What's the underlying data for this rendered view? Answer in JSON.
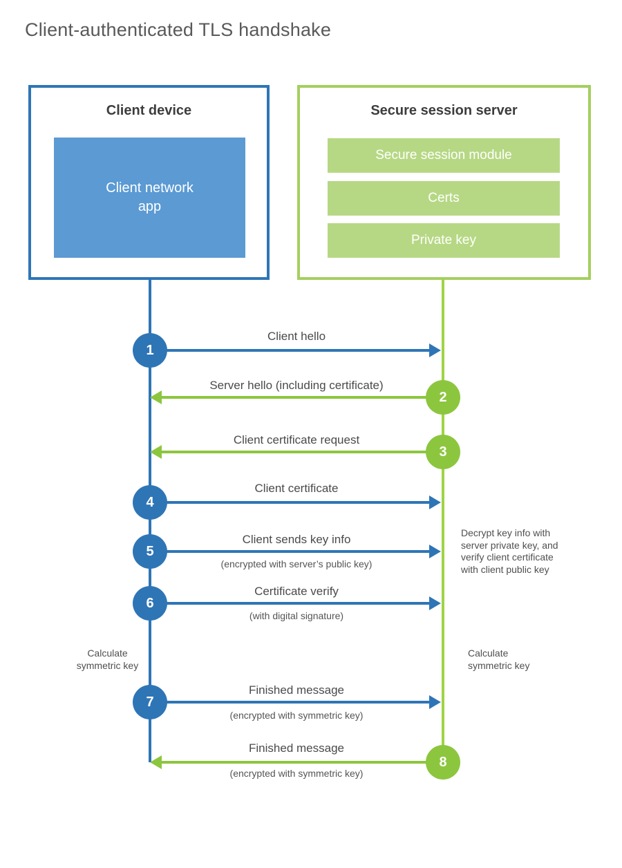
{
  "title": "Client-authenticated TLS handshake",
  "colors": {
    "blue": "#2e75b6",
    "blue_fill": "#5b9ad3",
    "green": "#8cc63e",
    "green_line": "#a0d346",
    "green_border": "#a4cf5f",
    "green_fill": "#b6d884"
  },
  "client_box": {
    "title": "Client device",
    "app_label": "Client network\napp"
  },
  "server_box": {
    "title": "Secure session server",
    "modules": [
      "Secure session module",
      "Certs",
      "Private key"
    ]
  },
  "messages": [
    {
      "number": "1",
      "label": "Client hello",
      "direction": "ltr",
      "color": "blue"
    },
    {
      "number": "2",
      "label": "Server hello (including certificate)",
      "direction": "rtl",
      "color": "green"
    },
    {
      "number": "3",
      "label": "Client certificate request",
      "direction": "rtl",
      "color": "green"
    },
    {
      "number": "4",
      "label": "Client certificate",
      "direction": "ltr",
      "color": "blue"
    },
    {
      "number": "5",
      "label": "Client sends key info",
      "sublabel": "(encrypted with server’s public key)",
      "direction": "ltr",
      "color": "blue"
    },
    {
      "number": "6",
      "label": "Certificate verify",
      "sublabel": "(with digital signature)",
      "direction": "ltr",
      "color": "blue"
    },
    {
      "number": "7",
      "label": "Finished message",
      "sublabel": "(encrypted with symmetric key)",
      "direction": "ltr",
      "color": "blue"
    },
    {
      "number": "8",
      "label": "Finished message",
      "sublabel": "(encrypted with symmetric key)",
      "direction": "rtl",
      "color": "green"
    }
  ],
  "annotations": {
    "decrypt_note": "Decrypt key info with\nserver private key, and\nverify client certificate\nwith client public key",
    "calculate_left": "Calculate\nsymmetric key",
    "calculate_right": "Calculate\nsymmetric key"
  }
}
